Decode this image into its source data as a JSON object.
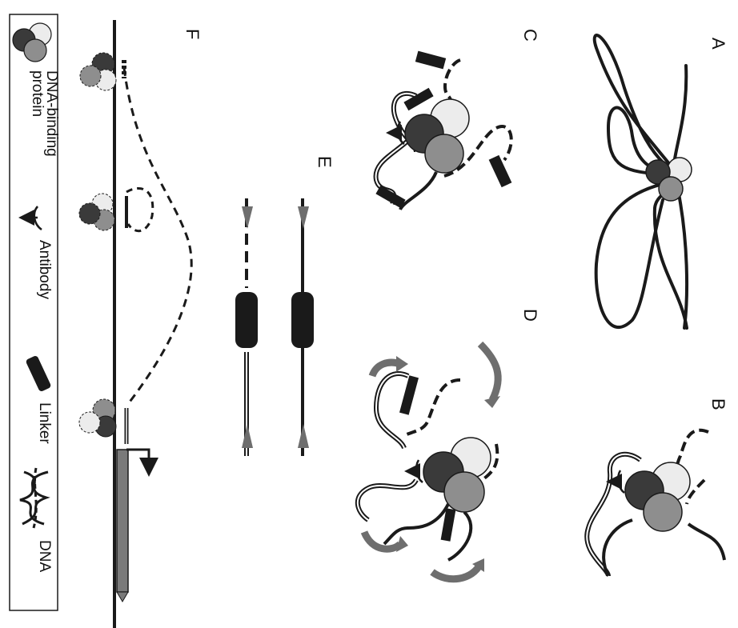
{
  "panels": {
    "a": "A",
    "b": "B",
    "c": "C",
    "d": "D",
    "e": "E",
    "f": "F"
  },
  "legend": {
    "protein_label_1": "DNA-binding",
    "protein_label_2": "protein",
    "antibody_label": "Antibody",
    "linker_label": "Linker",
    "dna_label": "DNA"
  },
  "colors": {
    "line": "#1a1a1a",
    "protein_dark": "#3a3a3a",
    "protein_mid": "#8e8e8e",
    "protein_light": "#ececec",
    "arrow_grey": "#6e6e6e",
    "promoter_grey": "#7a7a7a"
  }
}
